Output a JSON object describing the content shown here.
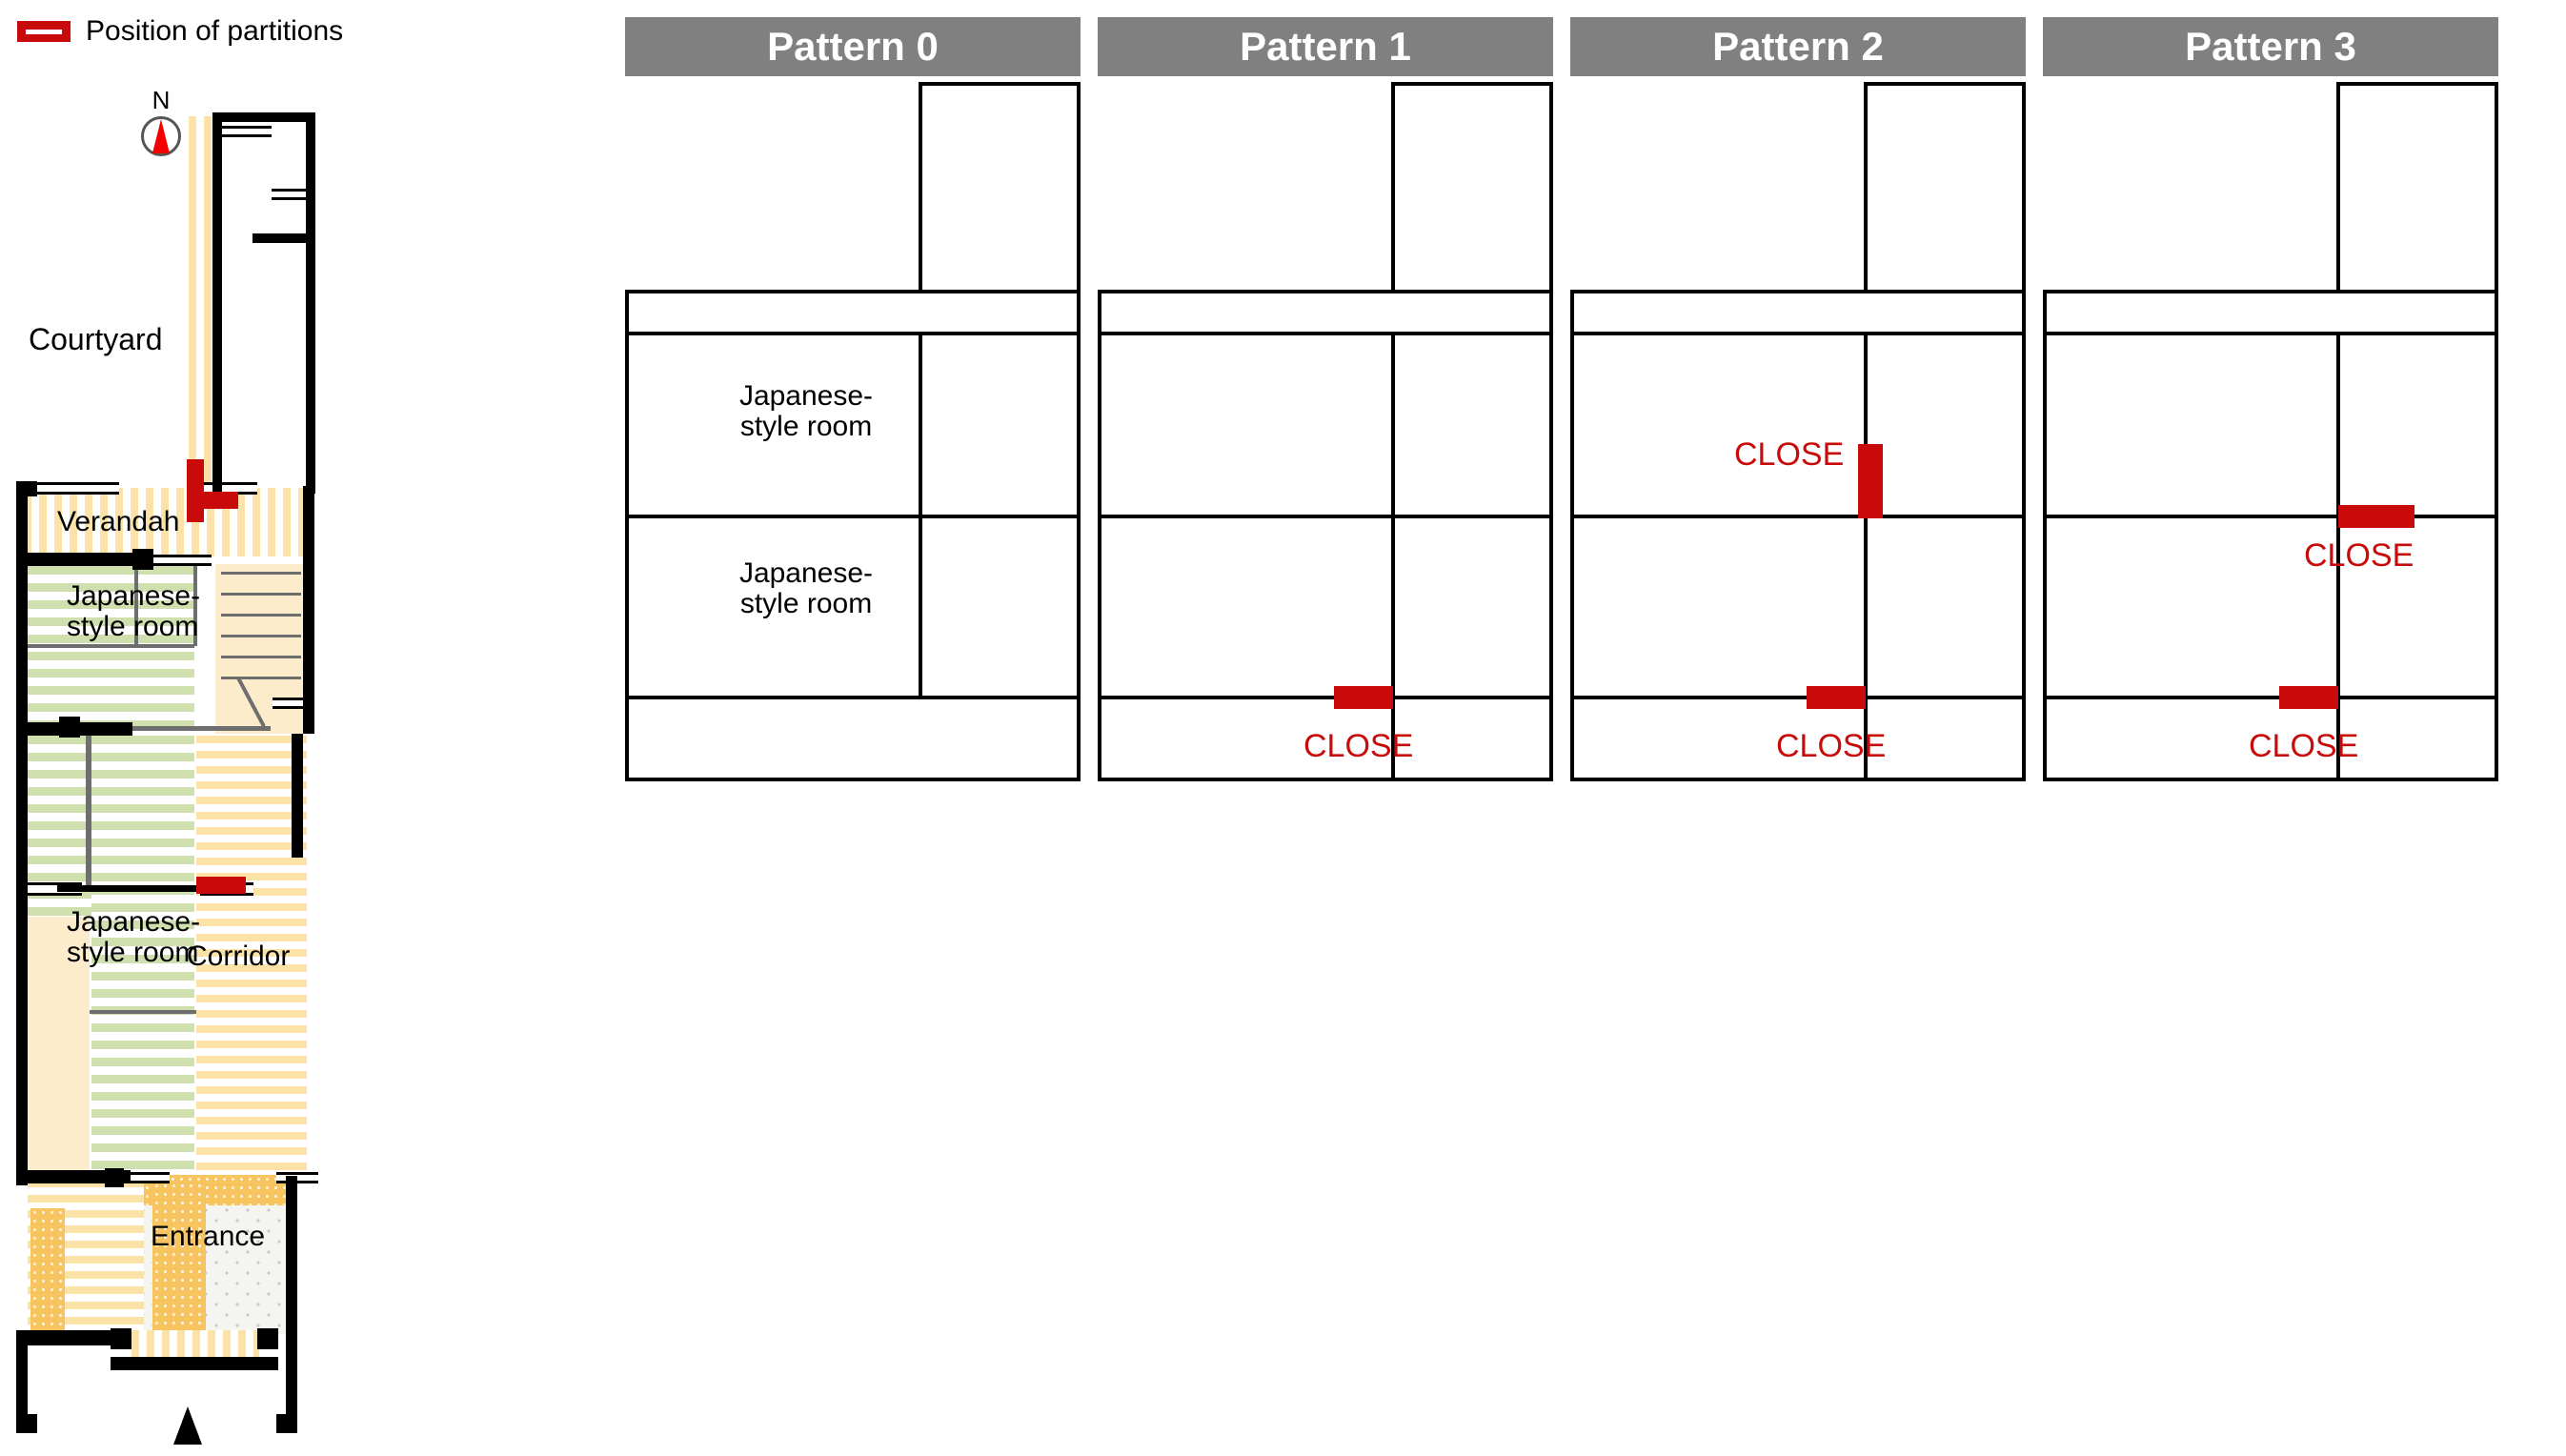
{
  "legend": {
    "swatch_icon": "partition-swatch-icon",
    "label": "Position of partitions"
  },
  "compass": {
    "label": "N",
    "icon": "north-arrow-icon"
  },
  "floor_plan": {
    "name": "machiya-ground-floor-plan",
    "labels": {
      "courtyard": "Courtyard",
      "verandah": "Verandah",
      "room_north": "Japanese-\nstyle  room",
      "room_north_line1": "Japanese-",
      "room_north_line2": "style  room",
      "room_south_line1": "Japanese-",
      "room_south_line2": "style  room",
      "corridor": "Corridor",
      "entrance": "Entrance"
    },
    "colors": {
      "tatami_green": "#cfdfae",
      "engawa_tan": "#fbe3a8",
      "doma_grey": "#f4f4f0",
      "partition_red": "#c80a0a",
      "wall_black": "#000000",
      "thin_wall_grey": "#6e6e6e"
    },
    "partitions": [
      {
        "name": "plan-partition-vertical",
        "orientation": "vertical"
      },
      {
        "name": "plan-partition-horizontal-mid",
        "orientation": "horizontal"
      },
      {
        "name": "plan-partition-horizontal-lower",
        "orientation": "horizontal"
      }
    ]
  },
  "patterns": [
    {
      "id": 0,
      "title": "Pattern 0",
      "room_labels": [
        {
          "line1": "Japanese-",
          "line2": "style room"
        },
        {
          "line1": "Japanese-",
          "line2": "style room"
        }
      ],
      "close_markers": []
    },
    {
      "id": 1,
      "title": "Pattern 1",
      "room_labels": [],
      "close_markers": [
        {
          "label": "CLOSE",
          "position": "bottom",
          "orientation": "horizontal"
        }
      ]
    },
    {
      "id": 2,
      "title": "Pattern 2",
      "room_labels": [],
      "close_markers": [
        {
          "label": "CLOSE",
          "position": "middle",
          "orientation": "vertical"
        },
        {
          "label": "CLOSE",
          "position": "bottom",
          "orientation": "horizontal"
        }
      ]
    },
    {
      "id": 3,
      "title": "Pattern 3",
      "room_labels": [],
      "close_markers": [
        {
          "label": "CLOSE",
          "position": "middle",
          "orientation": "horizontal"
        },
        {
          "label": "CLOSE",
          "position": "bottom",
          "orientation": "horizontal"
        }
      ]
    }
  ],
  "colors": {
    "header_grey": "#808080",
    "header_text": "#ffffff",
    "close_red": "#c80a0a",
    "line_black": "#000000"
  }
}
